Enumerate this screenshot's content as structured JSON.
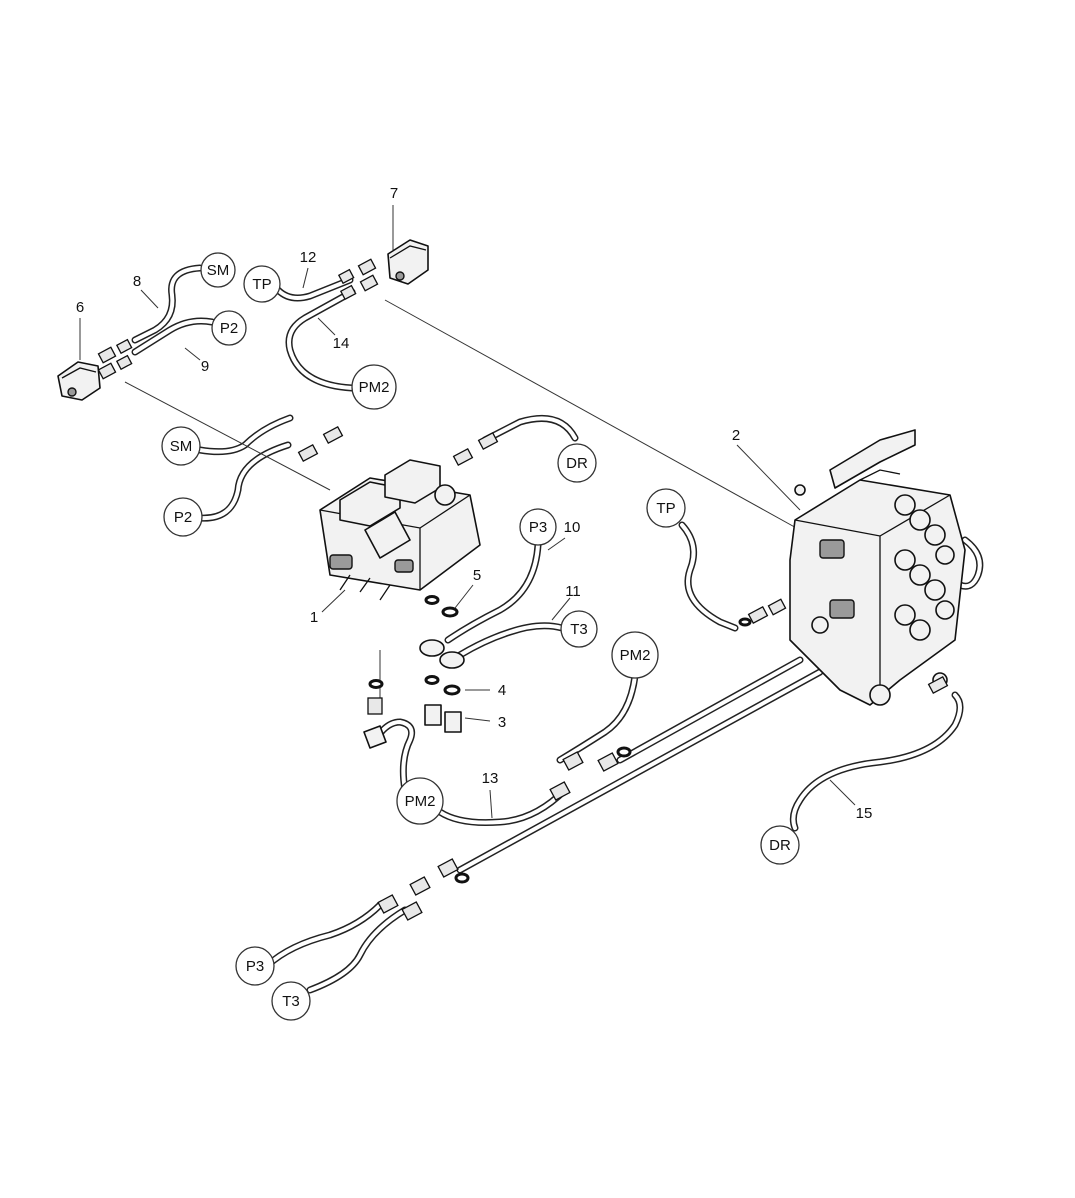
{
  "part_numbers": [
    "1",
    "2",
    "3",
    "4",
    "5",
    "6",
    "7",
    "8",
    "9",
    "10",
    "11",
    "12",
    "13",
    "14",
    "15"
  ],
  "port_tags": [
    "SM",
    "P2",
    "TP",
    "PM2",
    "SM",
    "P2",
    "DR",
    "P3",
    "T3",
    "TP",
    "PM2",
    "PM2",
    "DR",
    "P3",
    "T3"
  ],
  "colors": {
    "line": "#222222",
    "background": "#ffffff"
  }
}
